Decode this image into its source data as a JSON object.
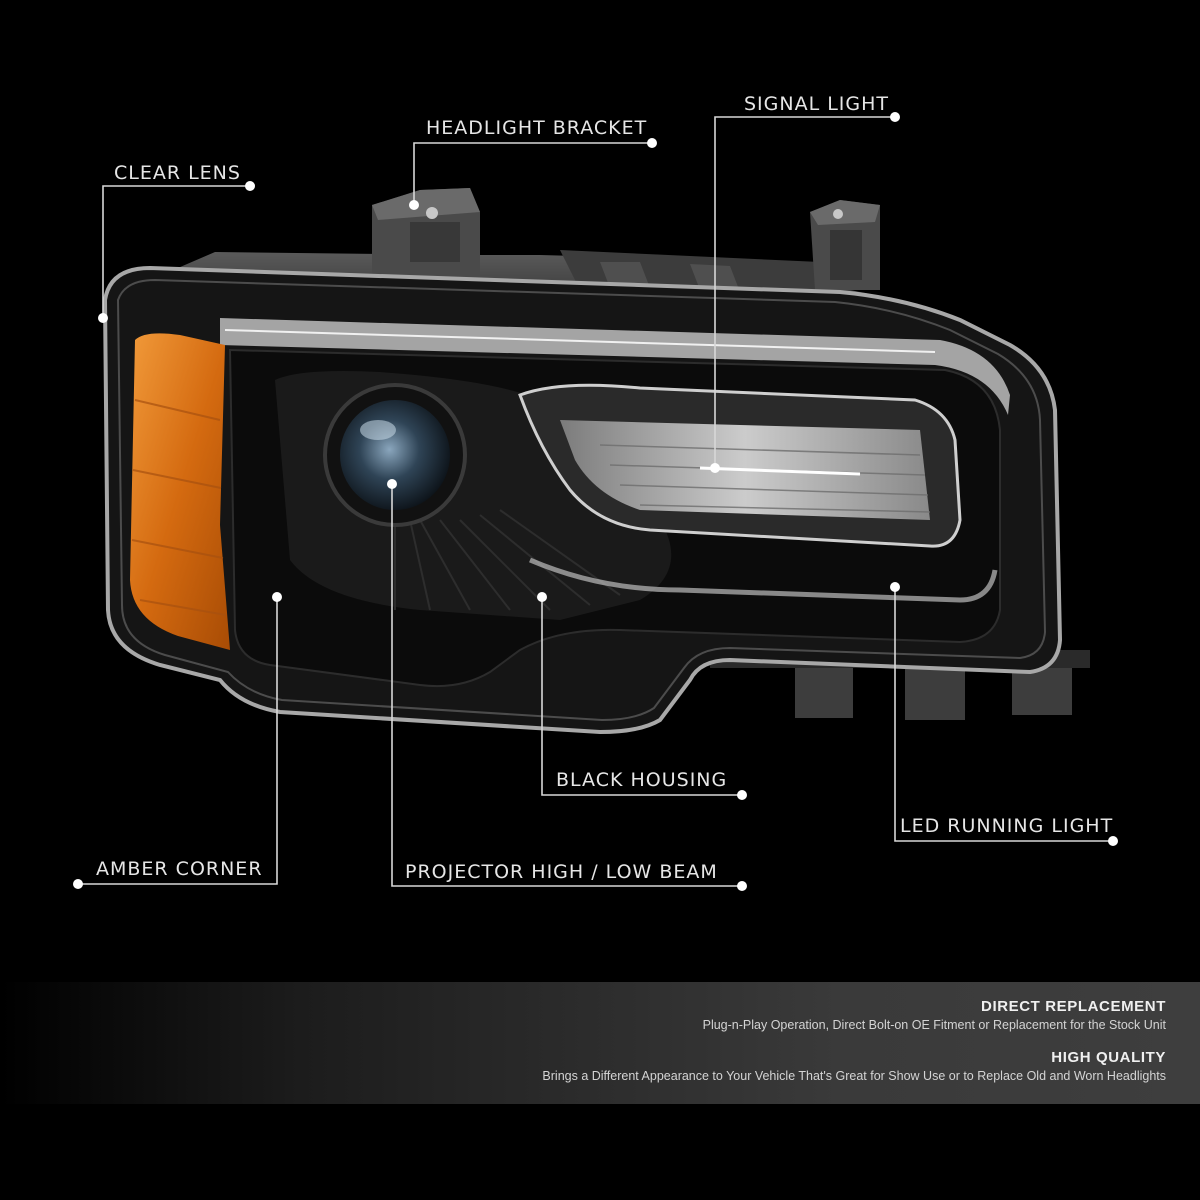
{
  "callouts": {
    "signal_light": "SIGNAL LIGHT",
    "headlight_bracket": "HEADLIGHT BRACKET",
    "clear_lens": "CLEAR LENS",
    "black_housing": "BLACK HOUSING",
    "led_running_light": "LED RUNNING LIGHT",
    "amber_corner": "AMBER CORNER",
    "projector_beam": "PROJECTOR HIGH / LOW BEAM"
  },
  "features": [
    {
      "title": "DIRECT REPLACEMENT",
      "desc": "Plug-n-Play Operation, Direct Bolt-on OE Fitment or Replacement for the Stock Unit"
    },
    {
      "title": "HIGH QUALITY",
      "desc": "Brings a Different Appearance to Your Vehicle That's Great for Show Use or to Replace Old and Worn Headlights"
    }
  ],
  "colors": {
    "background": "#000000",
    "amber": "#e07a18",
    "callout_line": "#d8d8d8"
  }
}
